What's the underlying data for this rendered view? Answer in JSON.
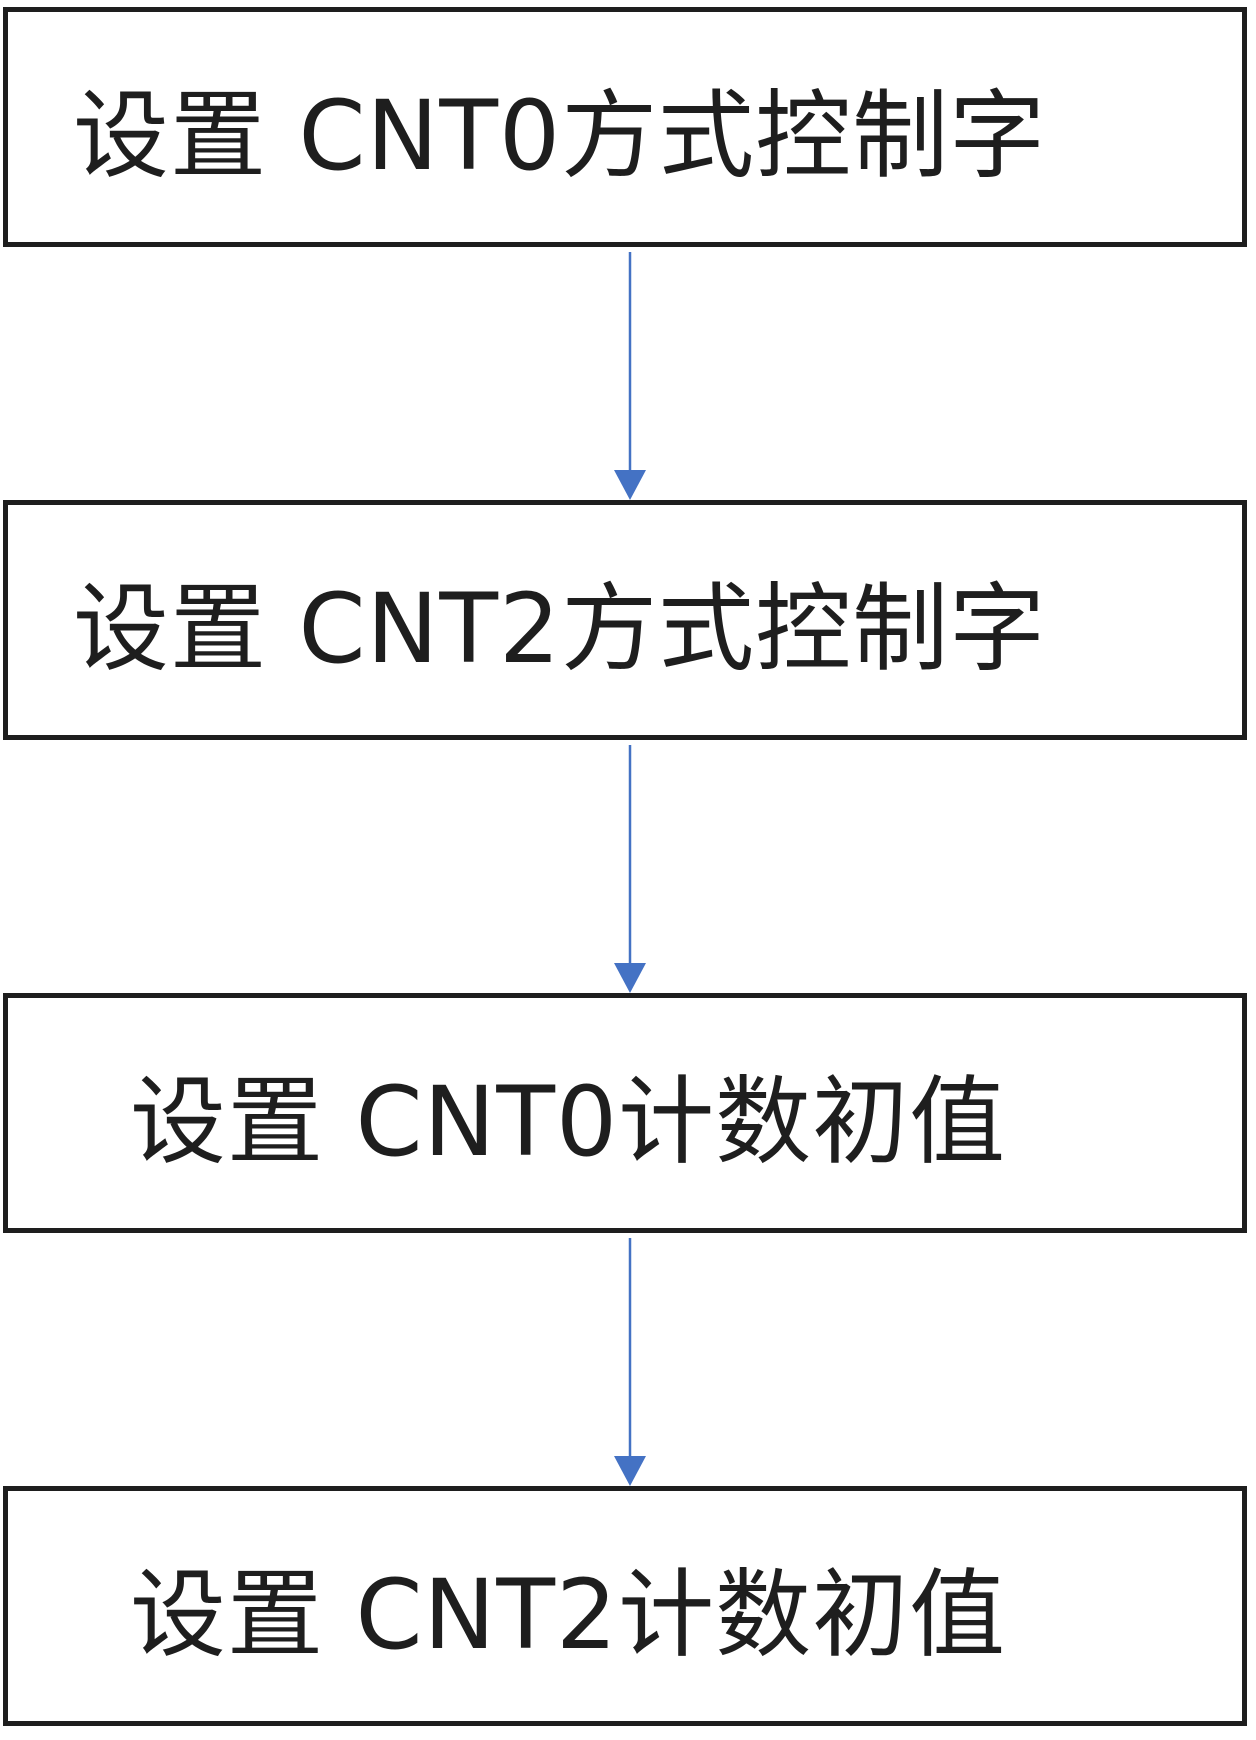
{
  "diagram": {
    "type": "flowchart",
    "direction": "top-to-bottom",
    "nodes": [
      {
        "id": "step1",
        "label": "设置 CNT0方式控制字"
      },
      {
        "id": "step2",
        "label": "设置 CNT2方式控制字"
      },
      {
        "id": "step3",
        "label": "设置 CNT0计数初值"
      },
      {
        "id": "step4",
        "label": "设置 CNT2计数初值"
      }
    ],
    "edges": [
      {
        "from": "step1",
        "to": "step2"
      },
      {
        "from": "step2",
        "to": "step3"
      },
      {
        "from": "step3",
        "to": "step4"
      }
    ]
  },
  "colors": {
    "box_border": "#1e1e1e",
    "text": "#1e1e1e",
    "arrow": "#4472c4",
    "background": "#ffffff"
  }
}
